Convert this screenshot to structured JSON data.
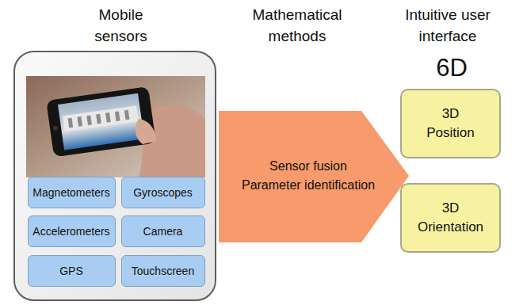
{
  "diagram": {
    "nodes": [
      {
        "text": [
          "Mobile sensors"
        ]
      },
      {
        "text": [
          "Magnetometers"
        ],
        "in": 0
      },
      {
        "text": [
          "Gyroscopes"
        ],
        "in": 0
      },
      {
        "text": [
          "Accelerometers"
        ],
        "in": 0
      },
      {
        "text": [
          "Camera"
        ],
        "in": 0
      },
      {
        "text": [
          "GPS"
        ],
        "in": 0
      },
      {
        "text": [
          "Touchscreen"
        ],
        "in": 0
      },
      {
        "text": [
          "Mathematical methods",
          "Sensor fusion Parameter identification"
        ]
      },
      {
        "text": [
          "3D Position"
        ]
      },
      {
        "text": [
          "3D Orientation"
        ]
      }
    ],
    "labels": [
      "Intuitive user interface",
      "6D"
    ]
  }
}
